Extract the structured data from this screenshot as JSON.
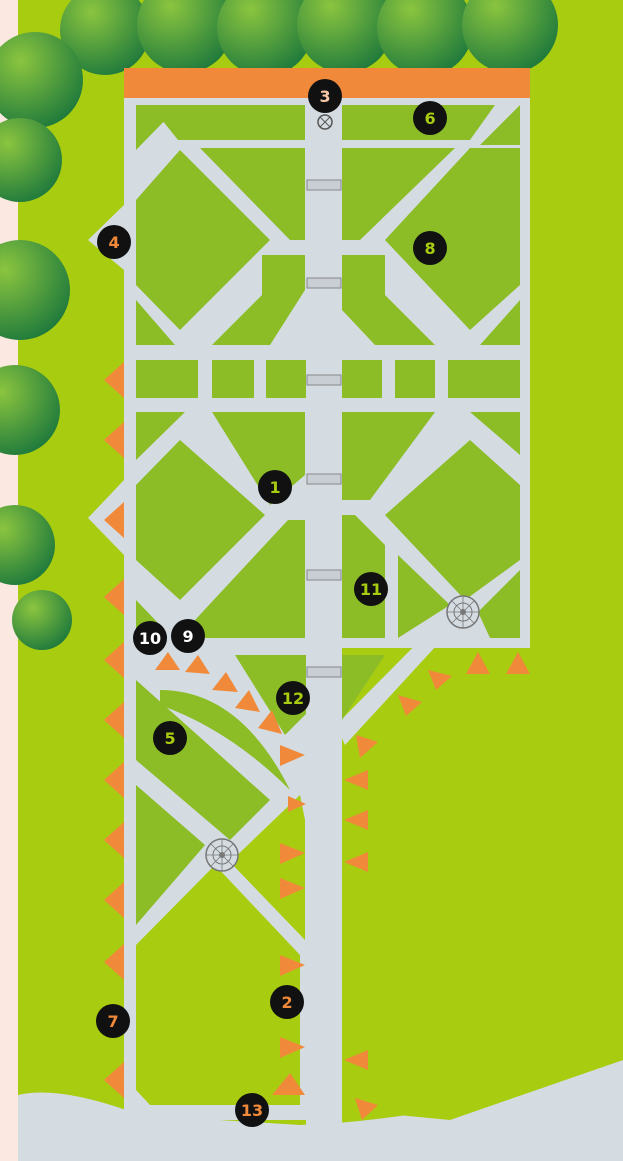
{
  "map": {
    "colors": {
      "background": "#fbe9e1",
      "lawn": "#a8cc0f",
      "parterre": "#8cbd27",
      "path": "#d4dce2",
      "terrace": "#f08a3a",
      "tree_light": "#8bc53f",
      "tree_dark": "#1f7a3c",
      "marker_fill": "#111111",
      "marker_text_green": "#a8cc0f",
      "marker_text_orange": "#f08a3a",
      "marker_text_white": "#ffffff"
    },
    "icons": [
      "fountain-icon",
      "bridge-icon",
      "statue-icon",
      "flowerbed-triangle-icon",
      "tree-icon"
    ],
    "markers": [
      {
        "label": "1",
        "text_color": "green"
      },
      {
        "label": "2",
        "text_color": "orange"
      },
      {
        "label": "3",
        "text_color": "white"
      },
      {
        "label": "4",
        "text_color": "orange"
      },
      {
        "label": "5",
        "text_color": "green"
      },
      {
        "label": "6",
        "text_color": "green"
      },
      {
        "label": "7",
        "text_color": "orange"
      },
      {
        "label": "8",
        "text_color": "green"
      },
      {
        "label": "9",
        "text_color": "white"
      },
      {
        "label": "10",
        "text_color": "white"
      },
      {
        "label": "11",
        "text_color": "green"
      },
      {
        "label": "12",
        "text_color": "green"
      },
      {
        "label": "13",
        "text_color": "orange"
      }
    ]
  }
}
